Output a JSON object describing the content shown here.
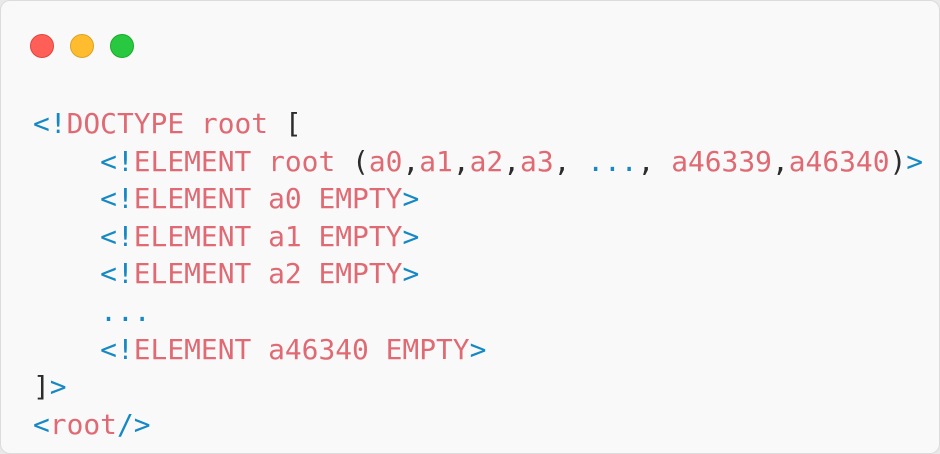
{
  "window_controls": [
    {
      "name": "close",
      "color": "#ff5f57",
      "border": "#e0443e"
    },
    {
      "name": "minimize",
      "color": "#febc2e",
      "border": "#dea123"
    },
    {
      "name": "maximize",
      "color": "#28c840",
      "border": "#1aab29"
    }
  ],
  "colors": {
    "punctuation": "#1688c4",
    "keyword": "#e06a73",
    "text": "#2c2c2c",
    "background": "#f9f9f9"
  },
  "code_lines": [
    [
      [
        "p",
        "<!"
      ],
      [
        "k",
        "DOCTYPE root "
      ],
      [
        "x",
        "["
      ]
    ],
    [
      [
        "x",
        "    "
      ],
      [
        "p",
        "<!"
      ],
      [
        "k",
        "ELEMENT root "
      ],
      [
        "x",
        "("
      ],
      [
        "k",
        "a0"
      ],
      [
        "x",
        ","
      ],
      [
        "k",
        "a1"
      ],
      [
        "x",
        ","
      ],
      [
        "k",
        "a2"
      ],
      [
        "x",
        ","
      ],
      [
        "k",
        "a3"
      ],
      [
        "x",
        ", "
      ],
      [
        "p",
        "..."
      ],
      [
        "x",
        ", "
      ],
      [
        "k",
        "a46339"
      ],
      [
        "x",
        ","
      ],
      [
        "k",
        "a46340"
      ],
      [
        "x",
        ")"
      ],
      [
        "p",
        ">"
      ]
    ],
    [
      [
        "x",
        "    "
      ],
      [
        "p",
        "<!"
      ],
      [
        "k",
        "ELEMENT a0 EMPTY"
      ],
      [
        "p",
        ">"
      ]
    ],
    [
      [
        "x",
        "    "
      ],
      [
        "p",
        "<!"
      ],
      [
        "k",
        "ELEMENT a1 EMPTY"
      ],
      [
        "p",
        ">"
      ]
    ],
    [
      [
        "x",
        "    "
      ],
      [
        "p",
        "<!"
      ],
      [
        "k",
        "ELEMENT a2 EMPTY"
      ],
      [
        "p",
        ">"
      ]
    ],
    [
      [
        "x",
        "    "
      ],
      [
        "p",
        "..."
      ]
    ],
    [
      [
        "x",
        "    "
      ],
      [
        "p",
        "<!"
      ],
      [
        "k",
        "ELEMENT a46340 EMPTY"
      ],
      [
        "p",
        ">"
      ]
    ],
    [
      [
        "x",
        "]"
      ],
      [
        "p",
        ">"
      ]
    ],
    [
      [
        "p",
        "<"
      ],
      [
        "k",
        "root"
      ],
      [
        "p",
        "/>"
      ]
    ]
  ]
}
